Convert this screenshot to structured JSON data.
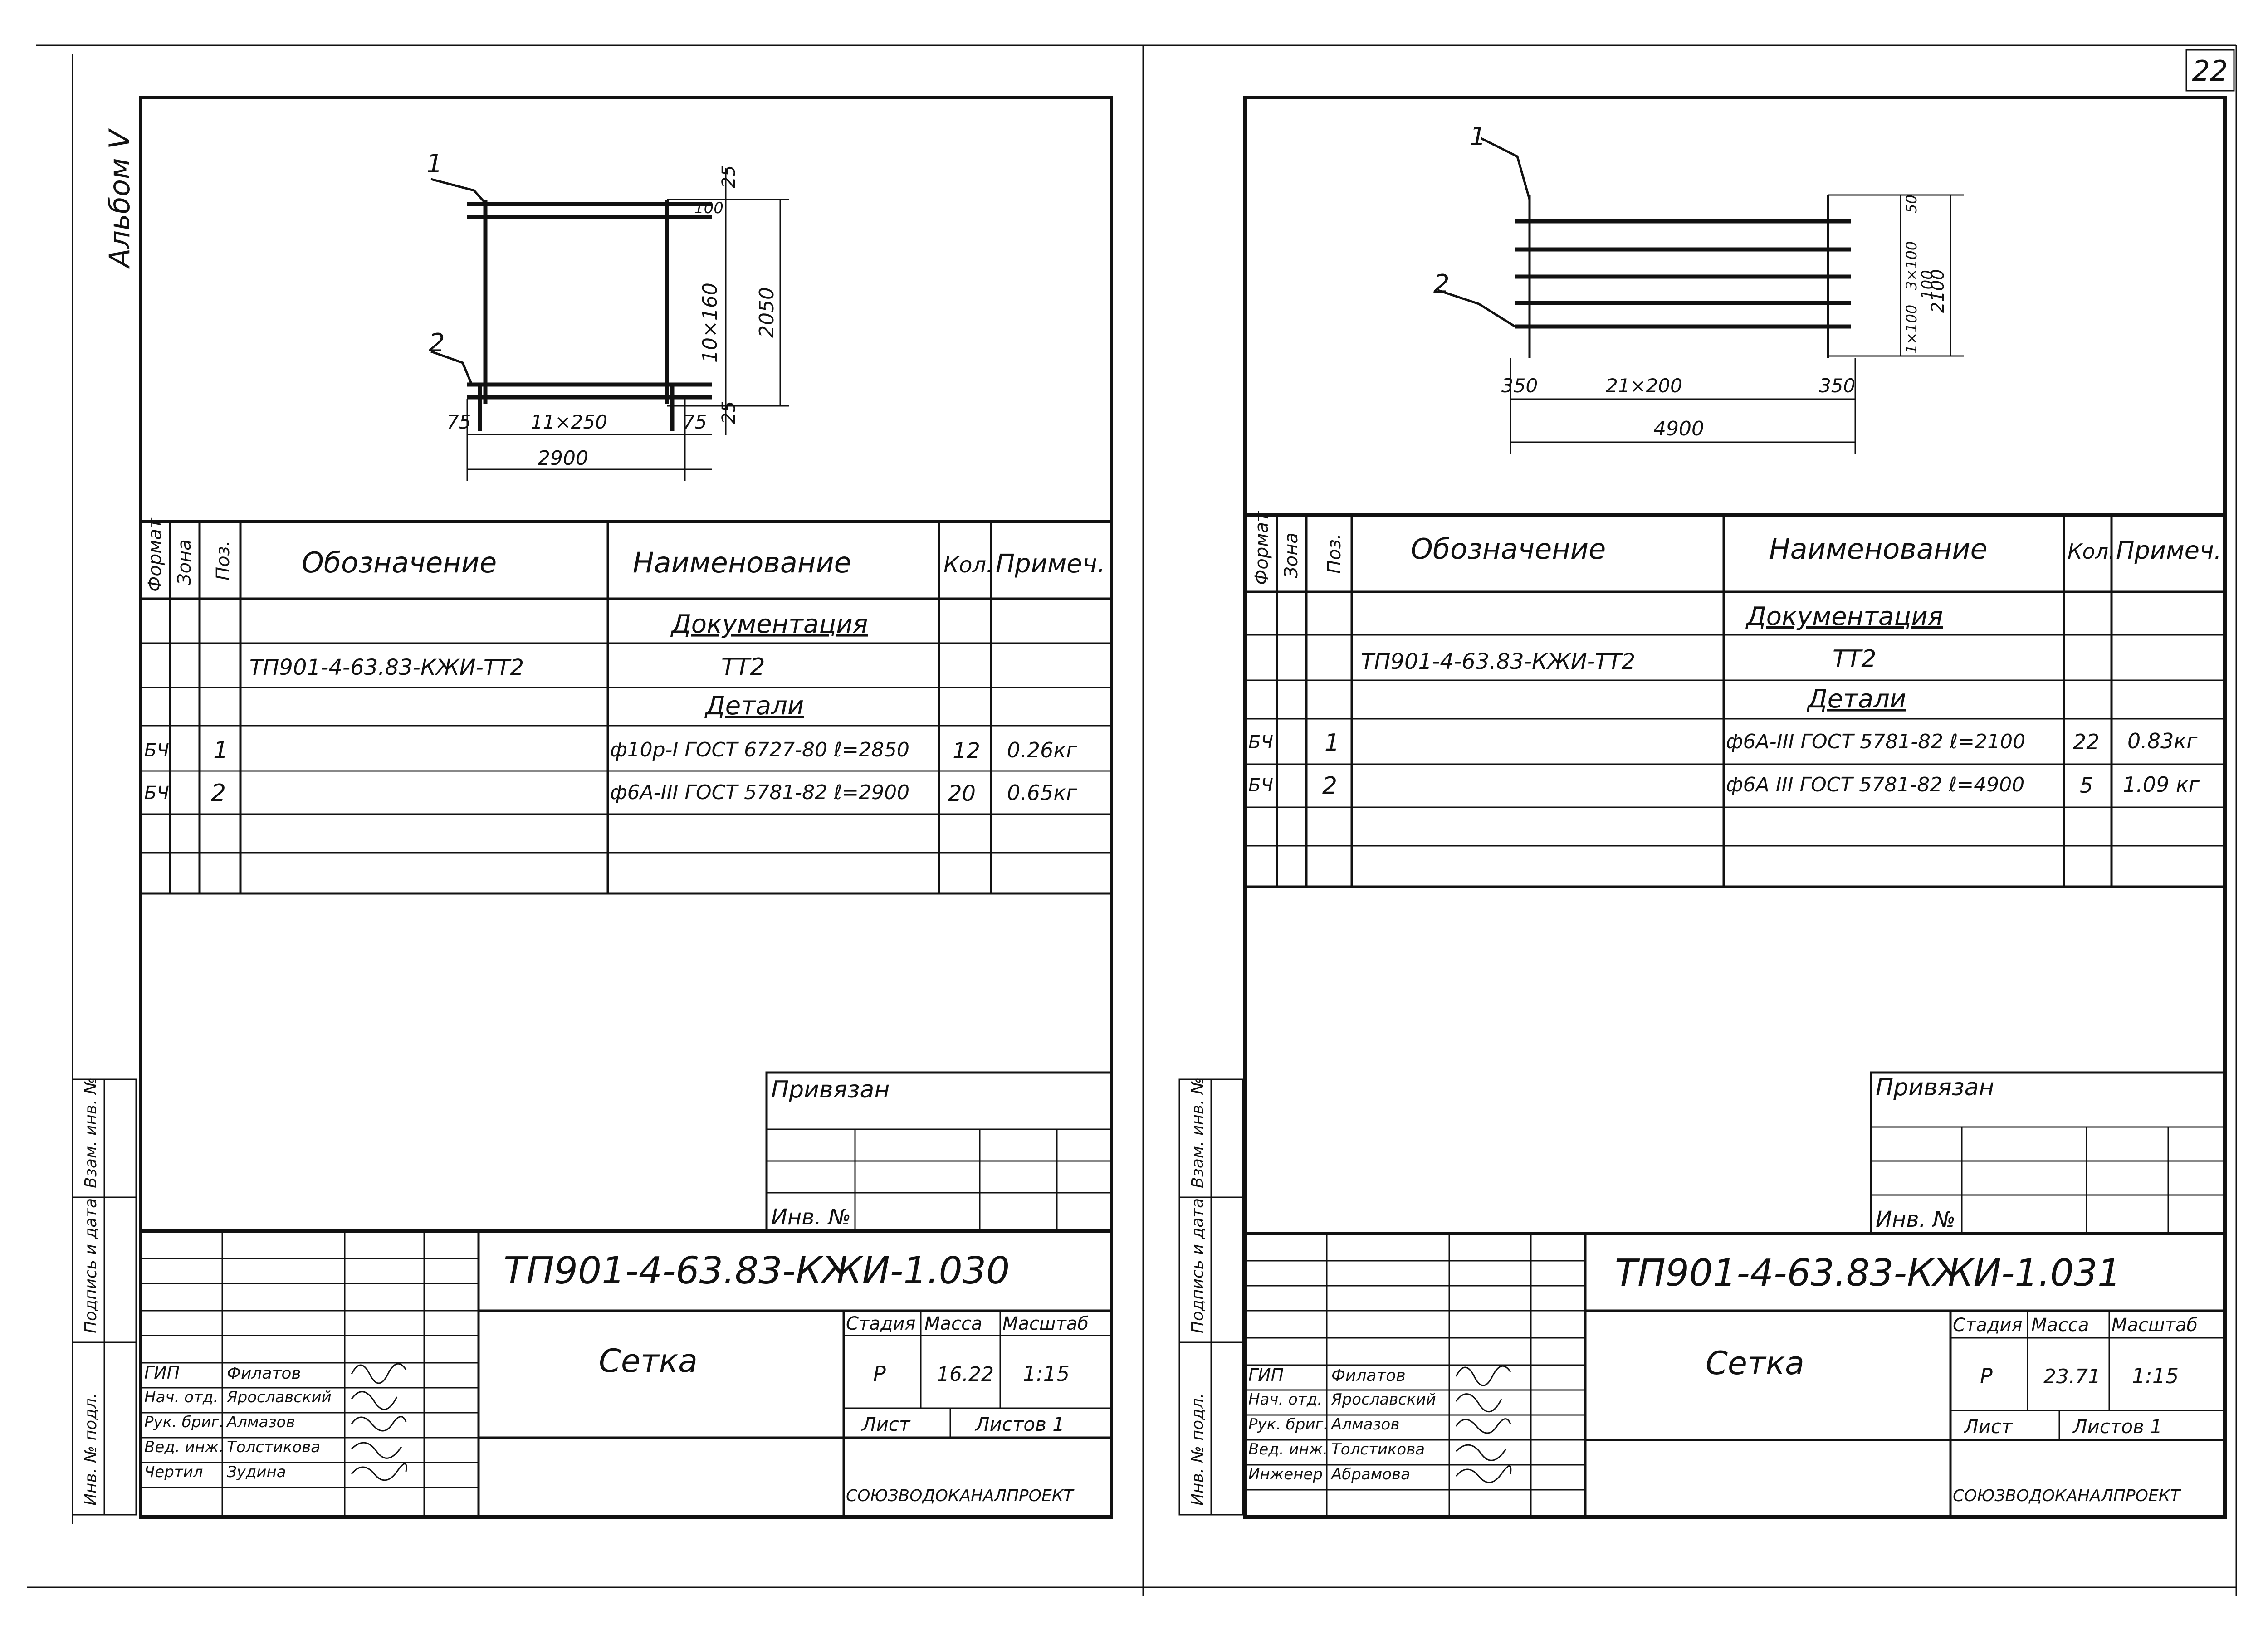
{
  "page_number": "22",
  "album_label": "Альбом V",
  "side_stamp_labels": [
    "Инв. № подл.",
    "Подпись и дата",
    "Взам. инв. №"
  ],
  "spec_headers": {
    "format": "Формат",
    "zone": "Зона",
    "pos": "Поз.",
    "designation": "Обозначение",
    "name": "Наименование",
    "qty": "Кол.",
    "note": "Примеч."
  },
  "sheets": [
    {
      "drawing": {
        "pos1": "1",
        "pos2": "2",
        "dim_top_offset": "25",
        "dim_top_label": "100",
        "dim_inner_vertical": "10×160",
        "dim_total_vertical": "2050",
        "dim_bottom_offset": "25",
        "dim_left_margin": "75",
        "dim_spacing": "11×250",
        "dim_right_margin": "75",
        "dim_total_width": "2900"
      },
      "spec": {
        "section_documentation": "Документация",
        "doc_designation": "ТП901-4-63.83-КЖИ-ТТ2",
        "doc_name": "ТТ2",
        "section_details": "Детали",
        "rows": [
          {
            "format": "БЧ",
            "pos": "1",
            "name": "ф10р-I ГОСТ 6727-80 ℓ=2850",
            "qty": "12",
            "note": "0.26кг"
          },
          {
            "format": "БЧ",
            "pos": "2",
            "name": "ф6А-III ГОСТ 5781-82 ℓ=2900",
            "qty": "20",
            "note": "0.65кг"
          }
        ]
      },
      "stamp": {
        "attached_label": "Привязан",
        "inv_label": "Инв. №",
        "code": "ТП901-4-63.83-КЖИ-1.030",
        "title": "Сетка",
        "stage_label": "Стадия",
        "mass_label": "Масса",
        "scale_label": "Масштаб",
        "stage": "Р",
        "mass": "16.22",
        "scale": "1:15",
        "sheet_label": "Лист",
        "sheets_label": "Листов 1",
        "org": "СОЮЗВОДОКАНАЛПРОЕКТ",
        "roles": [
          "ГИП",
          "Нач. отд.",
          "Рук. бриг.",
          "Вед. инж.",
          "Чертил"
        ],
        "names": [
          "Филатов",
          "Ярославский",
          "Алмазов",
          "Толстикова",
          "Зудина"
        ]
      }
    },
    {
      "drawing": {
        "pos1": "1",
        "pos2": "2",
        "dim_top_offset": "50",
        "dim_inner_vertical": "3×100",
        "dim_bottom_vertical": "1×100",
        "dim_total_vertical": "100",
        "dim_total_vertical_2": "2100",
        "dim_left_margin": "350",
        "dim_spacing": "21×200",
        "dim_right_margin": "350",
        "dim_total_width": "4900"
      },
      "spec": {
        "section_documentation": "Документация",
        "doc_designation": "ТП901-4-63.83-КЖИ-ТТ2",
        "doc_name": "ТТ2",
        "section_details": "Детали",
        "rows": [
          {
            "format": "БЧ",
            "pos": "1",
            "name": "ф6А-III ГОСТ 5781-82 ℓ=2100",
            "qty": "22",
            "note": "0.83кг"
          },
          {
            "format": "БЧ",
            "pos": "2",
            "name": "ф6А III ГОСТ 5781-82 ℓ=4900",
            "qty": "5",
            "note": "1.09 кг"
          }
        ]
      },
      "stamp": {
        "attached_label": "Привязан",
        "inv_label": "Инв. №",
        "code": "ТП901-4-63.83-КЖИ-1.031",
        "title": "Сетка",
        "stage_label": "Стадия",
        "mass_label": "Масса",
        "scale_label": "Масштаб",
        "stage": "Р",
        "mass": "23.71",
        "scale": "1:15",
        "sheet_label": "Лист",
        "sheets_label": "Листов 1",
        "org": "СОЮЗВОДОКАНАЛПРОЕКТ",
        "roles": [
          "ГИП",
          "Нач. отд.",
          "Рук. бриг.",
          "Вед. инж.",
          "Инженер"
        ],
        "names": [
          "Филатов",
          "Ярославский",
          "Алмазов",
          "Толстикова",
          "Абрамова"
        ]
      }
    }
  ]
}
